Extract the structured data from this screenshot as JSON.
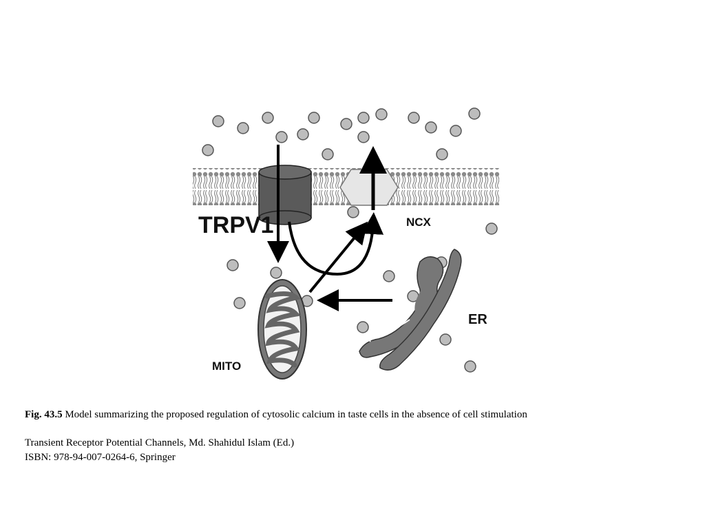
{
  "figure": {
    "labels": {
      "trpv1": "TRPV1",
      "ncx": "NCX",
      "er": "ER",
      "mito": "MITO"
    },
    "ion_color": "#bdbdbd",
    "membrane_color": "#9e9e9e",
    "organelle_color": "#6e6e6e"
  },
  "caption": {
    "number": "Fig. 43.5",
    "text": "Model summarizing the proposed regulation of cytosolic calcium in taste cells in the absence of cell stimulation"
  },
  "source": {
    "book_line": "Transient Receptor Potential Channels, Md. Shahidul Islam (Ed.)",
    "isbn_line": "ISBN: 978-94-007-0264-6, Springer"
  }
}
